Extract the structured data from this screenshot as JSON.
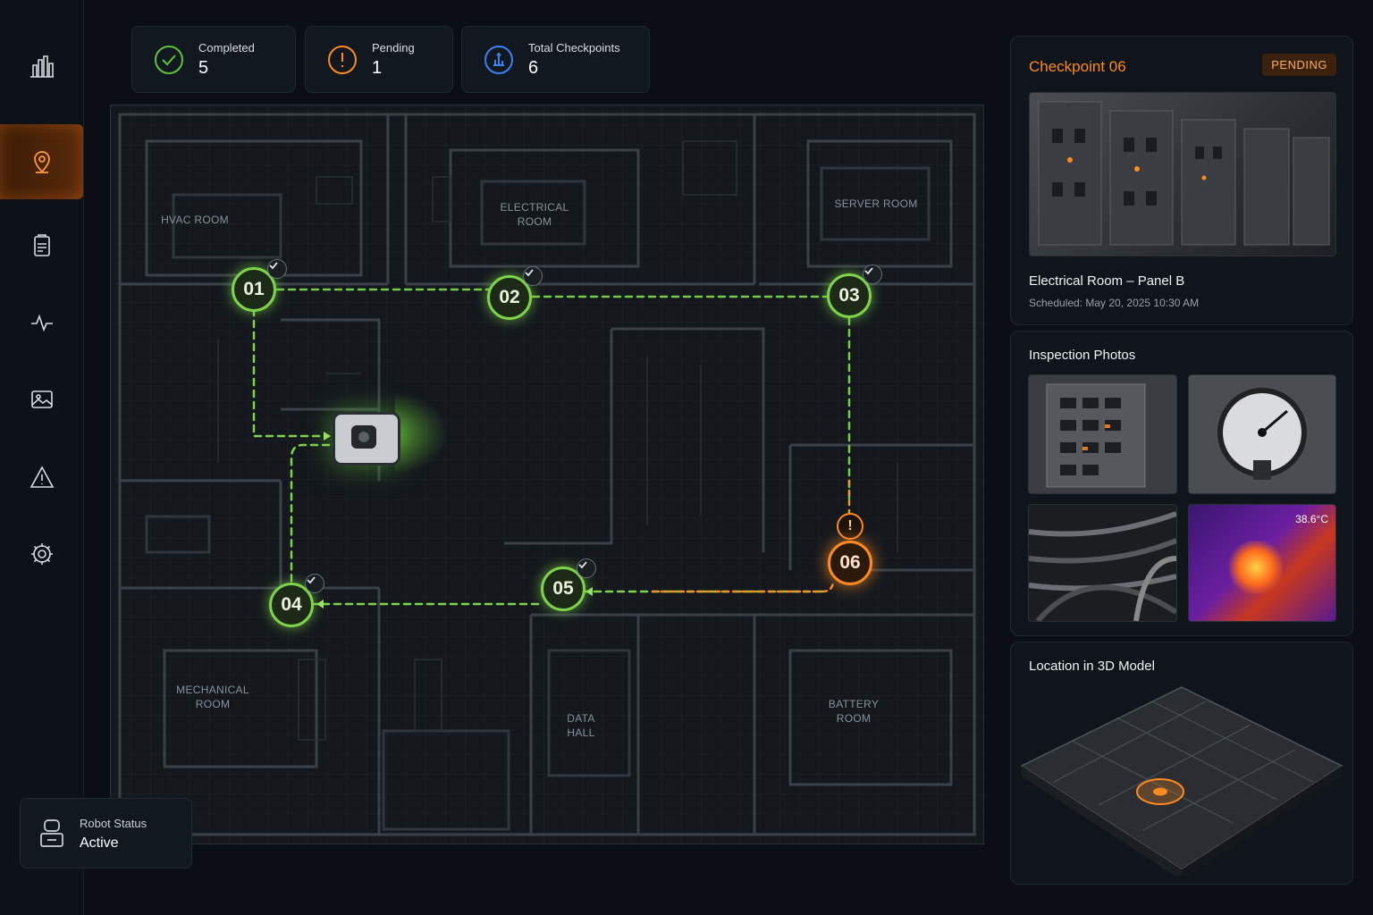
{
  "stats": [
    {
      "label": "Completed",
      "value": "5",
      "icon": "check-circle-icon",
      "color": "#5fc43a"
    },
    {
      "label": "Pending",
      "value": "1",
      "icon": "alert-circle-icon",
      "color": "#ff8a1f"
    },
    {
      "label": "Total Checkpoints",
      "value": "6",
      "icon": "checkpoints-icon",
      "color": "#3b82f6"
    }
  ],
  "sidebar": {
    "items": [
      {
        "icon": "building-chart-icon"
      },
      {
        "icon": "location-pin-icon",
        "active": true
      },
      {
        "icon": "clipboard-icon"
      },
      {
        "icon": "activity-icon"
      },
      {
        "icon": "image-icon"
      },
      {
        "icon": "warning-icon"
      },
      {
        "icon": "settings-icon"
      }
    ]
  },
  "map": {
    "rooms": {
      "hvac": "HVAC ROOM",
      "electrical_1": "ELECTRICAL",
      "electrical_2": "ROOM",
      "server": "SERVER ROOM",
      "mechanical_1": "MECHANICAL",
      "mechanical_2": "ROOM",
      "data_1": "DATA",
      "data_2": "HALL",
      "battery_1": "BATTERY",
      "battery_2": "ROOM"
    },
    "checkpoints": {
      "c01": "01",
      "c02": "02",
      "c03": "03",
      "c04": "04",
      "c05": "05",
      "c06": "06"
    },
    "warn_glyph": "!"
  },
  "robot_status": {
    "label": "Robot Status",
    "value": "Active"
  },
  "detail": {
    "title": "Checkpoint 06",
    "badge": "PENDING",
    "location": "Electrical Room – Panel B",
    "scheduled": "Scheduled: May 20, 2025 10:30 AM"
  },
  "photos": {
    "title": "Inspection Photos",
    "thermal_reading": "38.6°C"
  },
  "model": {
    "title": "Location in 3D Model"
  },
  "colors": {
    "accent": "#ff8a1f",
    "ok": "#7dd34a",
    "bg": "#0b0f15"
  }
}
